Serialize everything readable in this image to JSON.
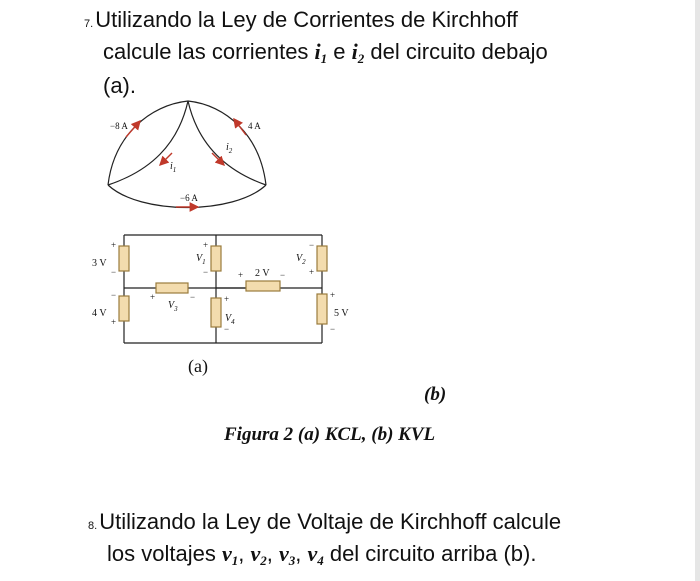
{
  "q7": {
    "number": "7.",
    "line1": "Utilizando la Ley de Corrientes de Kirchhoff",
    "line2_pre": "calcule las corrientes ",
    "var_a": "i",
    "sub_a": "1",
    "conj": " e ",
    "var_b": "i",
    "sub_b": "2",
    "line2_post": " del circuito debajo",
    "line3": "(a)."
  },
  "figure_a": {
    "current_left": "−8 A",
    "current_right": "4 A",
    "current_bottom": "−6 A",
    "i1_var": "i",
    "i1_sub": "1",
    "i2_var": "i",
    "i2_sub": "2"
  },
  "figure_b": {
    "src_3v": "3 V",
    "src_4v": "4 V",
    "src_2v": "2 V",
    "src_5v": "5 V",
    "v1_var": "V",
    "v1_sub": "1",
    "v2_var": "V",
    "v2_sub": "2",
    "v3_var": "V",
    "v3_sub": "3",
    "v4_var": "V",
    "v4_sub": "4",
    "plus": "+",
    "minus": "−"
  },
  "labels": {
    "a": "(a)",
    "b": "(b)",
    "caption": "Figura 2 (a) KCL, (b) KVL"
  },
  "q8": {
    "number": "8.",
    "line1": "Utilizando la Ley de Voltaje de Kirchhoff calcule",
    "line2_pre": "los voltajes ",
    "vars": "v",
    "s1": "1",
    "s2": "2",
    "s3": "3",
    "s4": "4",
    "comma": ", ",
    "line2_post": " del circuito arriba (b)."
  },
  "colors": {
    "text": "#111111",
    "arrow": "#c0392b",
    "resistor": "#f3dcae",
    "resistor_stroke": "#9a7b3c"
  }
}
